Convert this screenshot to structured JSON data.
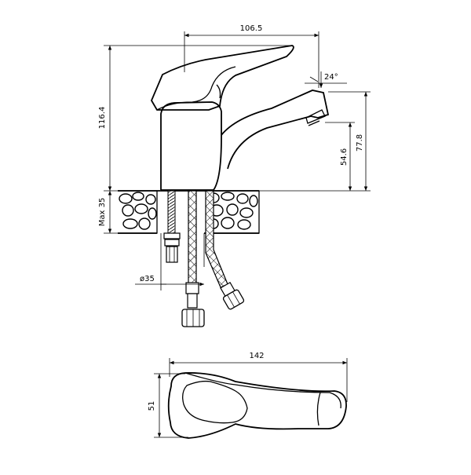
{
  "dimensions": {
    "width_top": "106.5",
    "height_total": "116.4",
    "spout_angle": "24°",
    "height_outlet": "77.8",
    "height_spout": "54.6",
    "max_counter": "Max 35",
    "hole_diameter": "ø35",
    "width_plan": "142",
    "depth_plan": "51"
  },
  "views": [
    "front-elevation",
    "plan-view"
  ]
}
